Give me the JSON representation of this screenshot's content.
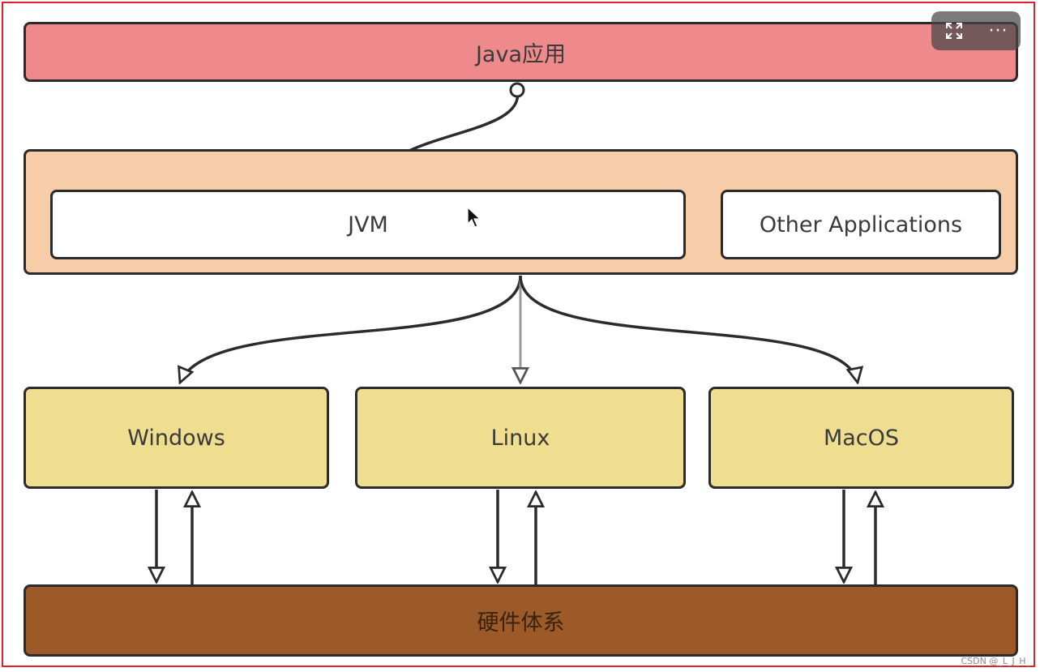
{
  "diagram": {
    "java_app": "Java应用",
    "jvm": "JVM",
    "other_apps": "Other Applications",
    "windows": "Windows",
    "linux": "Linux",
    "macos": "MacOS",
    "hardware": "硬件体系"
  },
  "toolbar": {
    "expand_icon": "expand-icon",
    "more_icon": "more-icon",
    "more_label": "···"
  },
  "watermark": "CSDN @_L_J_H_",
  "colors": {
    "java_app": "#ee8a8b",
    "runtime_layer": "#f7cda9",
    "os": "#efdd90",
    "hardware": "#9b5a27",
    "frame": "#e0202a"
  }
}
